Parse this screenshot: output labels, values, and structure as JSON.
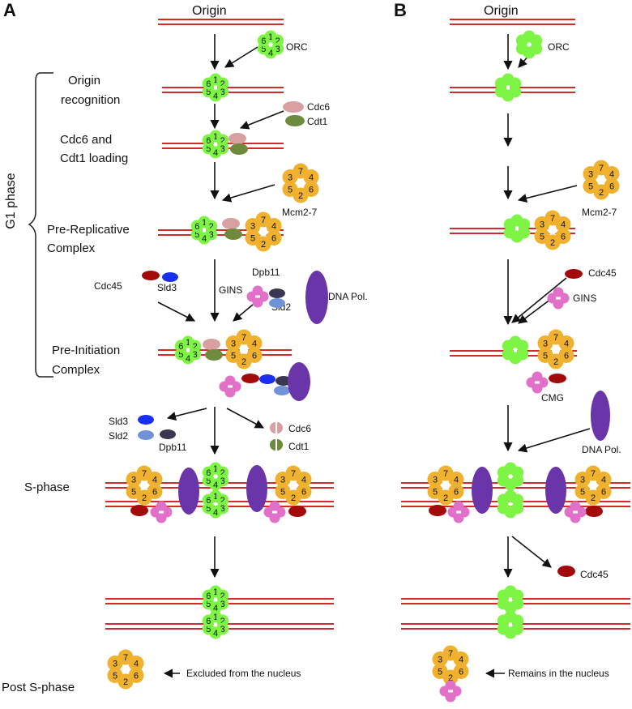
{
  "panels": {
    "a": {
      "letter": "A",
      "origin": "Origin",
      "phase": "G1 phase",
      "stages": {
        "origin_recognition": [
          "Origin",
          "recognition"
        ],
        "cdc6_loading": [
          "Cdc6 and",
          "Cdt1 loading"
        ],
        "prerc": [
          "Pre-Replicative",
          "Complex"
        ],
        "preic": [
          "Pre-Initiation",
          "Complex"
        ],
        "sphase": "S-phase",
        "post_sphase": "Post S-phase"
      },
      "labels": {
        "orc": "ORC",
        "cdc6": "Cdc6",
        "cdt1": "Cdt1",
        "mcm": "Mcm2-7",
        "cdc45": "Cdc45",
        "sld3": "Sld3",
        "dpb11": "Dpb11",
        "gins": "GINS",
        "sld2": "Sld2",
        "dna_pol": "DNA Pol.",
        "sld3_out": "Sld3",
        "sld2_out": "Sld2",
        "dpb11_out": "Dpb11",
        "cdc6_out": "Cdc6",
        "cdt1_out": "Cdt1",
        "excluded": "Excluded from the nucleus"
      }
    },
    "b": {
      "letter": "B",
      "origin": "Origin",
      "labels": {
        "orc": "ORC",
        "mcm": "Mcm2-7",
        "cdc45": "Cdc45",
        "gins": "GINS",
        "cmg": "CMG",
        "dna_pol": "DNA Pol.",
        "cdc45_out": "Cdc45",
        "remains": "Remains in the nucleus"
      }
    }
  },
  "orc_subunits": [
    "1",
    "2",
    "3",
    "4",
    "5",
    "6"
  ],
  "mcm_subunits": [
    "7",
    "4",
    "6",
    "2",
    "5",
    "3"
  ],
  "colors": {
    "dna": "#d42a2a",
    "orc": "#7ef544",
    "mcm": "#f0b22e",
    "cdc6": "#d8a0a0",
    "cdt1": "#6e8b3d",
    "cdc45": "#a30b0b",
    "sld3": "#1a2ff0",
    "sld2": "#6f93d6",
    "dpb11": "#3a3550",
    "gins": "#e070c8",
    "dna_pol": "#6a35a8"
  }
}
